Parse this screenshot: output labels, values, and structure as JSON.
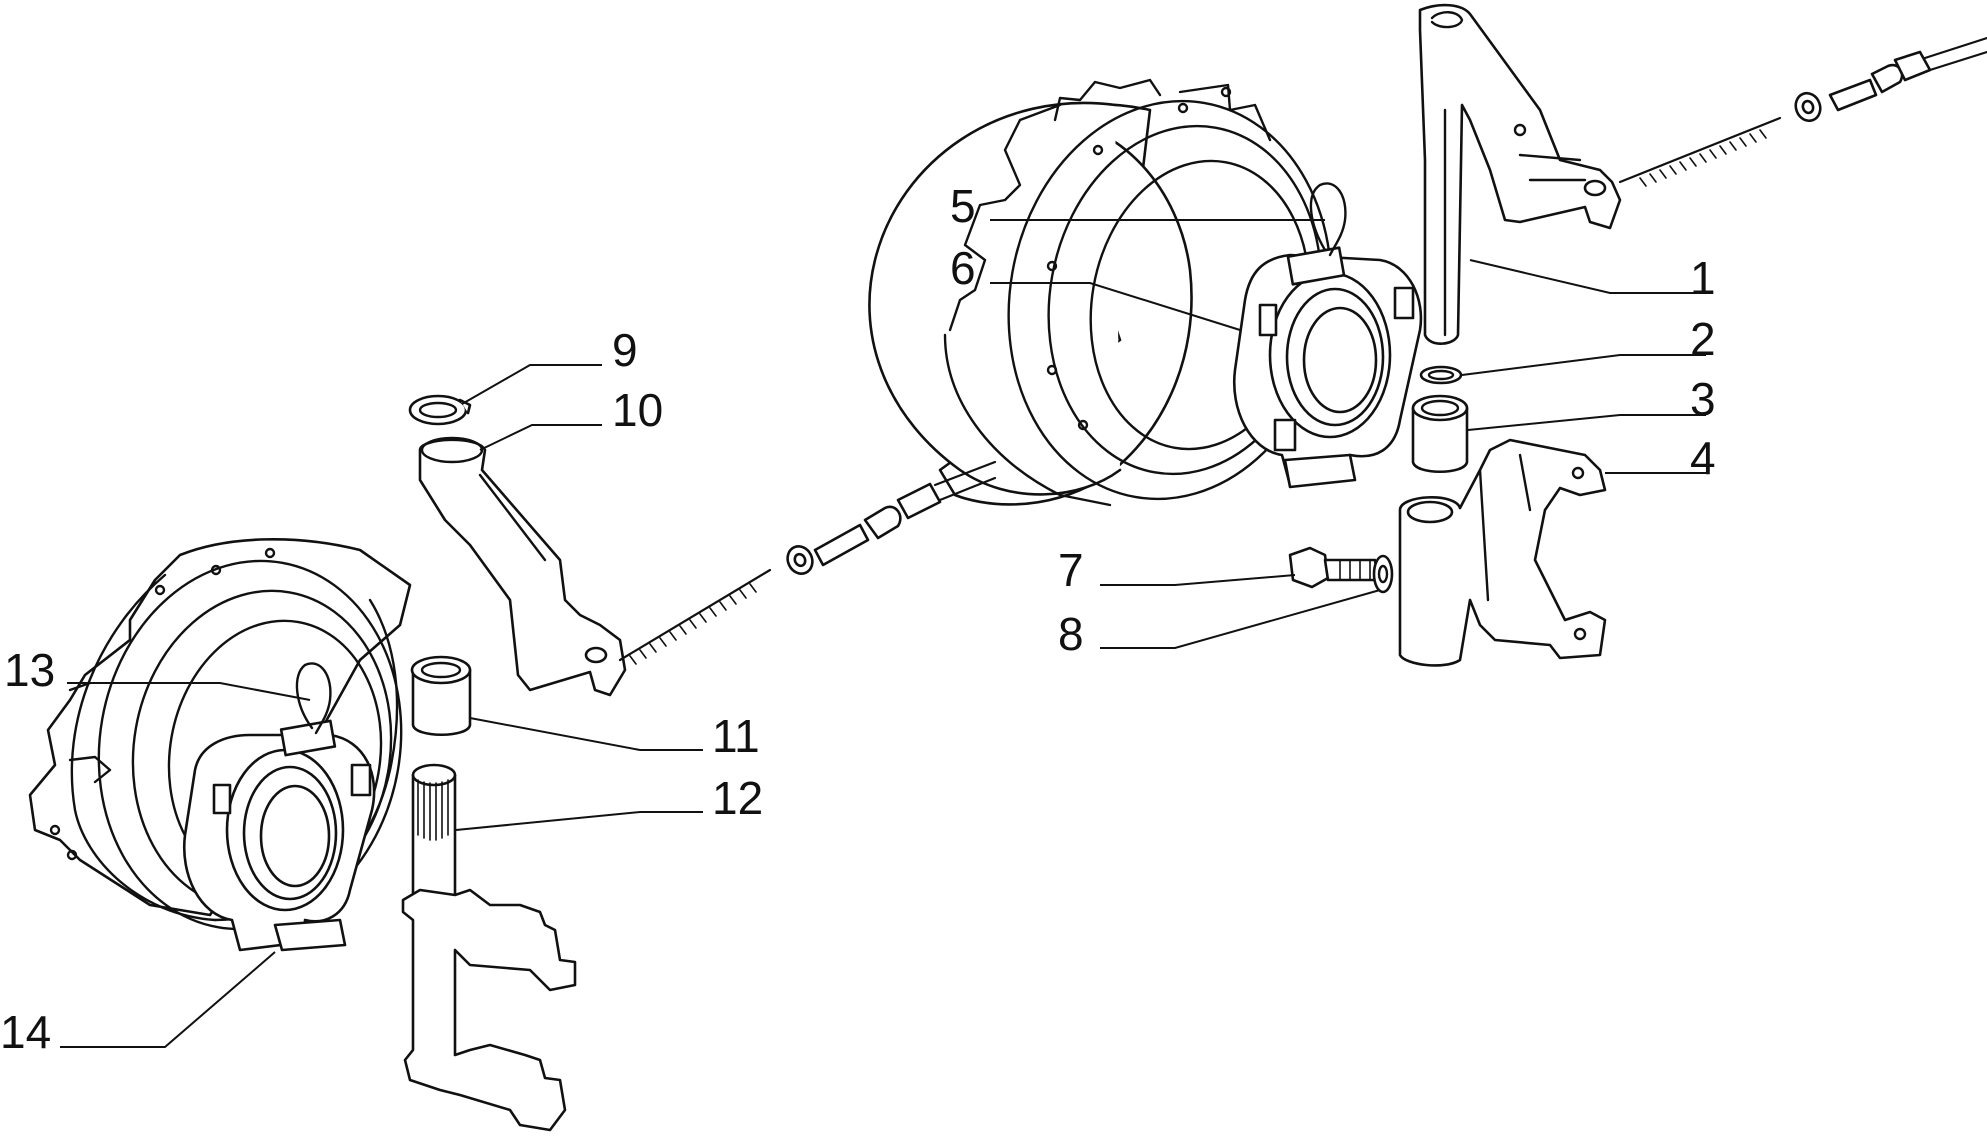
{
  "diagram": {
    "callouts": [
      {
        "id": "callout-1",
        "text": "1"
      },
      {
        "id": "callout-2",
        "text": "2"
      },
      {
        "id": "callout-3",
        "text": "3"
      },
      {
        "id": "callout-4",
        "text": "4"
      },
      {
        "id": "callout-5",
        "text": "5"
      },
      {
        "id": "callout-6",
        "text": "6"
      },
      {
        "id": "callout-7",
        "text": "7"
      },
      {
        "id": "callout-8",
        "text": "8"
      },
      {
        "id": "callout-9",
        "text": "9"
      },
      {
        "id": "callout-10",
        "text": "10"
      },
      {
        "id": "callout-11",
        "text": "11"
      },
      {
        "id": "callout-12",
        "text": "12"
      },
      {
        "id": "callout-13",
        "text": "13"
      },
      {
        "id": "callout-14",
        "text": "14"
      }
    ]
  }
}
